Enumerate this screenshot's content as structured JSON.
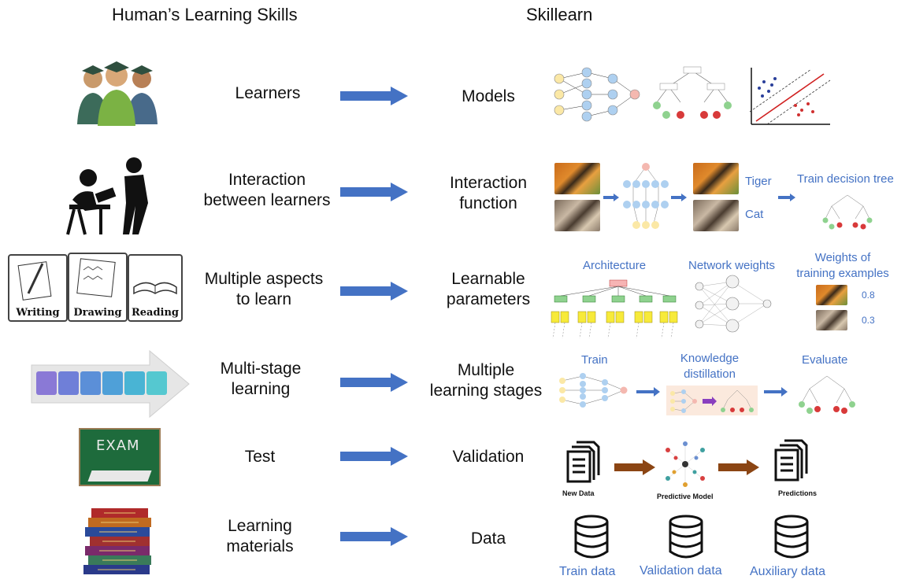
{
  "headers": {
    "left": "Human’s Learning Skills",
    "right": "Skillearn"
  },
  "rows": [
    {
      "human": "Learners",
      "skillearn": "Models"
    },
    {
      "human": "Interaction between learners",
      "human_lines": [
        "Interaction",
        "between learners"
      ],
      "skillearn_lines": [
        "Interaction",
        "function"
      ]
    },
    {
      "human_lines": [
        "Multiple aspects",
        "to learn"
      ],
      "skillearn_lines": [
        "Learnable",
        "parameters"
      ]
    },
    {
      "human_lines": [
        "Multi-stage",
        "learning"
      ],
      "skillearn_lines": [
        "Multiple",
        "learning stages"
      ]
    },
    {
      "human": "Test",
      "skillearn": "Validation"
    },
    {
      "human_lines": [
        "Learning",
        "materials"
      ],
      "skillearn": "Data"
    }
  ],
  "icons": {
    "books": [
      "Writing",
      "Drawing",
      "Reading"
    ],
    "exam": "EXAM"
  },
  "interaction_examples": {
    "tiger": "Tiger",
    "cat": "Cat",
    "tree": "Train decision tree"
  },
  "parameters": {
    "architecture": "Architecture",
    "weights": "Network weights",
    "example_weights_lines": [
      "Weights of",
      "training examples"
    ],
    "w1": "0.8",
    "w2": "0.3"
  },
  "stages": {
    "train": "Train",
    "kd_lines": [
      "Knowledge",
      "distillation"
    ],
    "evaluate": "Evaluate"
  },
  "validation": {
    "new_data": "New Data",
    "model": "Predictive Model",
    "predictions": "Predictions"
  },
  "data": {
    "train": "Train data",
    "validation": "Validation data",
    "auxiliary": "Auxiliary data"
  },
  "colors": {
    "arrow": "#4472C4",
    "label_blue": "#4472C4",
    "brown_arrow": "#8B4513"
  }
}
